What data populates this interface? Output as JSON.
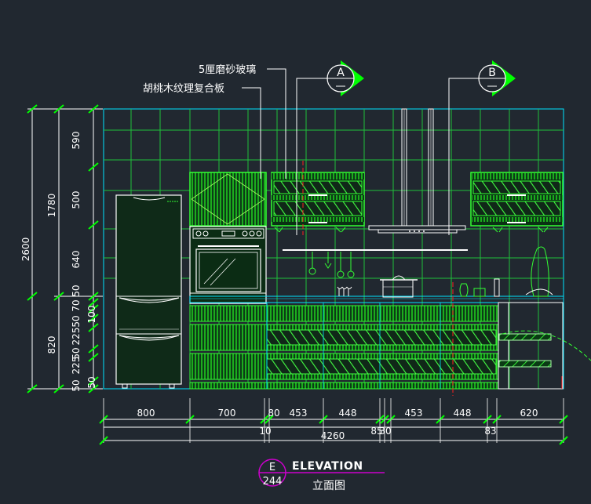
{
  "drawing": {
    "annotations": {
      "glass": "5厘磨砂玻璃",
      "walnut": "胡桃木纹理复合板"
    },
    "section_marks": [
      {
        "id": "A"
      },
      {
        "id": "B"
      }
    ],
    "vertical_dims": {
      "overall": "2600",
      "upper": "1780",
      "lower": "820",
      "inner": [
        "590",
        "500",
        "640",
        "50",
        "70",
        "50",
        "225",
        "50",
        "225",
        "50"
      ],
      "fridge_gap": "100",
      "fridge_bottom": "50"
    },
    "horizontal_dims": {
      "row1": [
        "800",
        "700",
        "80",
        "453",
        "448",
        "453",
        "448",
        "620"
      ],
      "row2": [
        "10",
        "85",
        "30",
        "83"
      ],
      "total": "4260"
    },
    "title_block": {
      "letter": "E",
      "sheet": "244",
      "title": "ELEVATION",
      "subtitle": "立面图"
    },
    "colors": {
      "background": "#212830",
      "tile_lines": "#22c322",
      "cyan": "#00ffff",
      "green": "#00ff00",
      "white": "#ffffff",
      "magenta": "#cc00cc",
      "red": "#ff2020"
    }
  }
}
